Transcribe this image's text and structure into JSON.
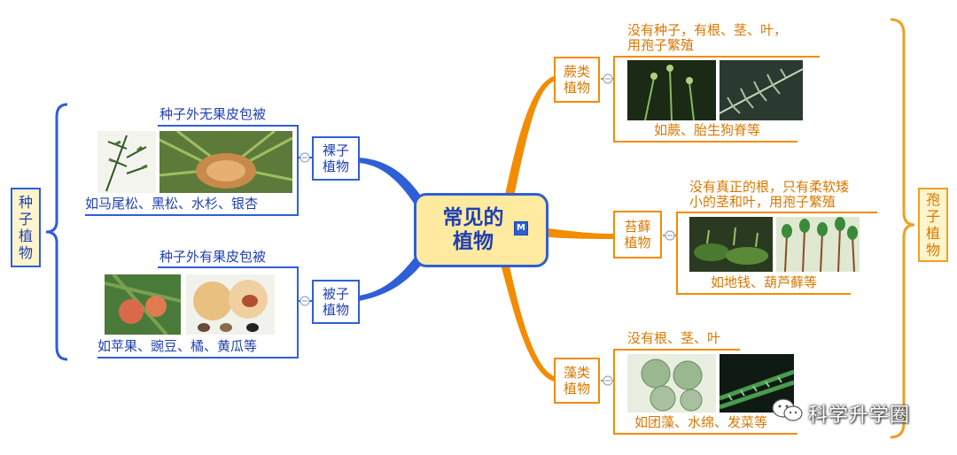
{
  "center": {
    "title": "常见的\n植物",
    "badge": "M"
  },
  "left_group": {
    "label": "种子\n植物",
    "branches": [
      {
        "node": "裸子\n植物",
        "note": "种子外无果皮包被",
        "examples": "如马尾松、黑松、水杉、银杏"
      },
      {
        "node": "被子\n植物",
        "note": "种子外有果皮包被",
        "examples": "如苹果、豌豆、橘、黄瓜等"
      }
    ]
  },
  "right_group": {
    "label": "孢子\n植物",
    "branches": [
      {
        "node": "蕨类\n植物",
        "note": "没有种子，有根、茎、叶，\n用孢子繁殖",
        "examples": "如蕨、胎生狗脊等"
      },
      {
        "node": "苔藓\n植物",
        "note": "没有真正的根，只有柔软矮\n小的茎和叶，用孢子繁殖",
        "examples": "如地钱、葫芦藓等"
      },
      {
        "node": "藻类\n植物",
        "note": "没有根、茎、叶",
        "examples": "如团藻、水绵、发菜等"
      }
    ]
  },
  "watermark": "科学升学圈",
  "colors": {
    "blue": "#2f5fd6",
    "orange": "#f28c00",
    "center_fill": "#ffeaa0",
    "side_fill": "#fff5cc"
  },
  "icons": [
    "collapse-circle-icon",
    "mindmap-badge-icon",
    "wechat-icon"
  ]
}
